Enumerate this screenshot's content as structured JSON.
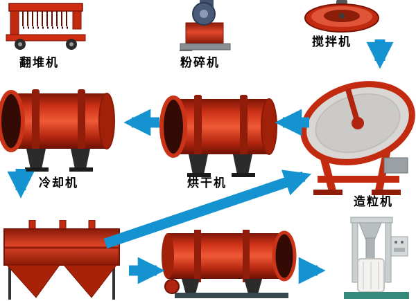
{
  "diagram": {
    "type": "process-flow",
    "background": "#ffffff",
    "arrow_color": "#1593d0",
    "machine_color": "#c22b10",
    "label_color": "#000000",
    "machines": [
      {
        "id": "compost-turner",
        "label": "翻堆机"
      },
      {
        "id": "crusher",
        "label": "粉碎机"
      },
      {
        "id": "mixer",
        "label": "搅拌机"
      },
      {
        "id": "cooler",
        "label": "冷却机"
      },
      {
        "id": "dryer",
        "label": "烘干机"
      },
      {
        "id": "granulator",
        "label": "造粒机"
      },
      {
        "id": "screener",
        "label": ""
      },
      {
        "id": "rotary-drum",
        "label": ""
      },
      {
        "id": "packing-machine",
        "label": ""
      }
    ],
    "arrows": [
      {
        "from": "mixer",
        "to": "granulator",
        "direction": "down"
      },
      {
        "from": "granulator",
        "to": "dryer",
        "direction": "left"
      },
      {
        "from": "dryer",
        "to": "cooler",
        "direction": "left"
      },
      {
        "from": "cooler",
        "to": "screener",
        "direction": "down"
      },
      {
        "from": "screener",
        "to": "granulator",
        "direction": "up-right"
      },
      {
        "from": "screener",
        "to": "rotary-drum",
        "direction": "right"
      },
      {
        "from": "rotary-drum",
        "to": "packing-machine",
        "direction": "right"
      }
    ]
  }
}
